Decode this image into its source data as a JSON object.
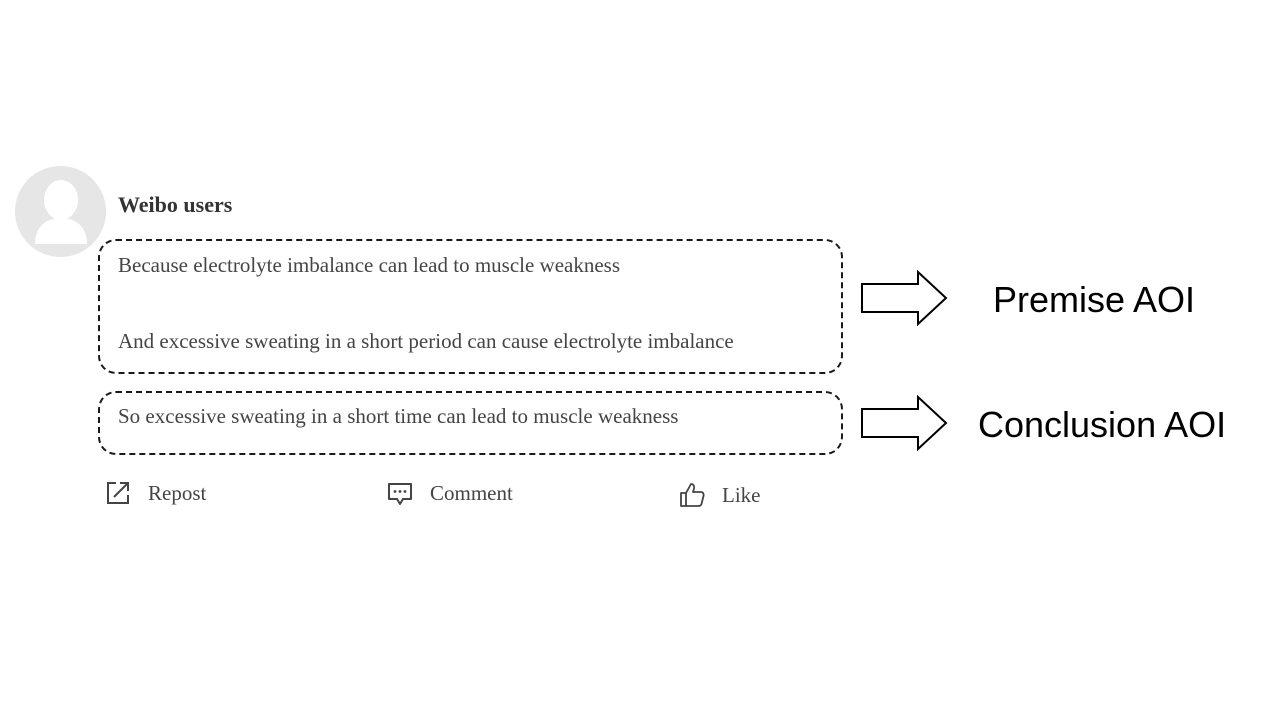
{
  "post": {
    "author": "Weibo users",
    "premise_lines": [
      "Because electrolyte imbalance can lead to muscle weakness",
      "And excessive sweating in a short period can cause electrolyte imbalance"
    ],
    "conclusion_line": "So excessive sweating in a short time can lead to muscle weakness"
  },
  "labels": {
    "premise": "Premise AOI",
    "conclusion": "Conclusion AOI"
  },
  "actions": {
    "repost": "Repost",
    "comment": "Comment",
    "like": "Like"
  },
  "icons": {
    "avatar": "default-user-avatar",
    "repost": "share-out-icon",
    "comment": "comment-bubble-icon",
    "like": "thumbs-up-icon",
    "arrow": "right-arrow-outline"
  },
  "colors": {
    "text": "#444444",
    "avatar_bg": "#e6e6e6",
    "box_border": "#1a1a1a"
  }
}
